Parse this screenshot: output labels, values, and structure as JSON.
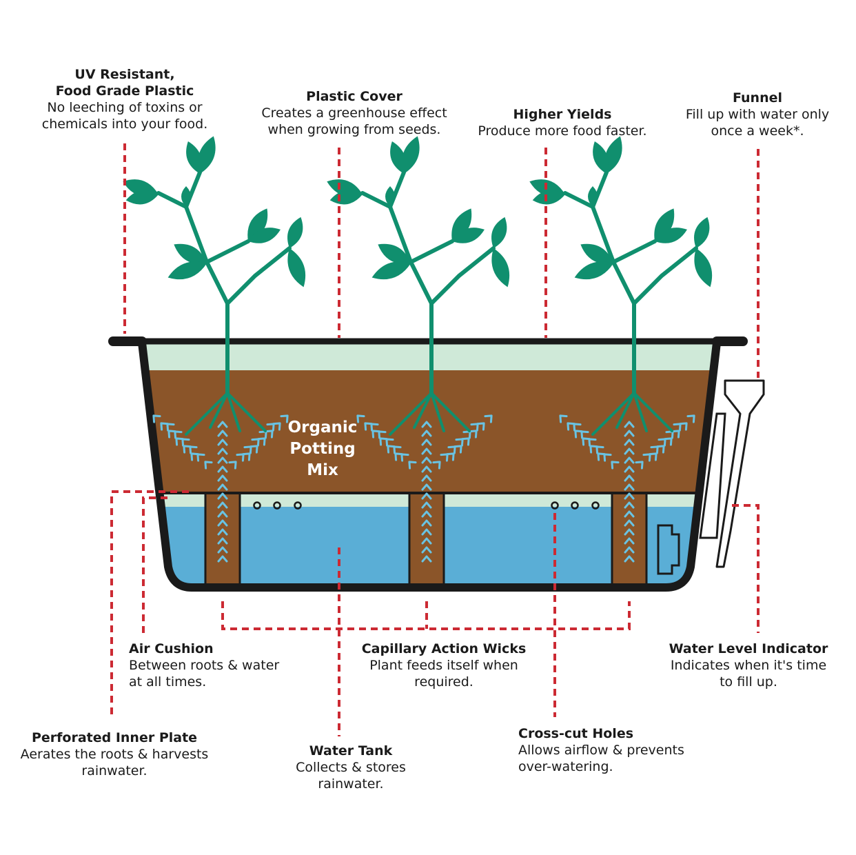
{
  "colors": {
    "leaf": "#108f6e",
    "stem": "#108f6e",
    "soil": "#8b5529",
    "water": "#5aaed6",
    "air": "#cfe9d8",
    "outline": "#1a1a1a",
    "dash": "#cc2a33",
    "arrow": "#69c3e3"
  },
  "potting_mix": {
    "line1": "Organic",
    "line2": "Potting",
    "line3": "Mix"
  },
  "labels": {
    "uv": {
      "title1": "UV Resistant,",
      "title2": "Food Grade Plastic",
      "desc1": "No leeching of toxins or",
      "desc2": "chemicals into your food."
    },
    "cover": {
      "title": "Plastic Cover",
      "desc1": "Creates a greenhouse effect",
      "desc2": "when growing from seeds."
    },
    "yields": {
      "title": "Higher Yields",
      "desc1": "Produce more food faster."
    },
    "funnel": {
      "title": "Funnel",
      "desc1": "Fill up with water only",
      "desc2": "once a week*."
    },
    "air": {
      "title": "Air Cushion",
      "desc1": "Between roots & water",
      "desc2": "at all times."
    },
    "wicks": {
      "title": "Capillary Action Wicks",
      "desc1": "Plant feeds itself when",
      "desc2": "required."
    },
    "indicator": {
      "title": "Water Level Indicator",
      "desc1": "Indicates when it's time",
      "desc2": "to fill up."
    },
    "plate": {
      "title": "Perforated Inner Plate",
      "desc1": "Aerates the roots & harvests",
      "desc2": "rainwater."
    },
    "tank": {
      "title": "Water Tank",
      "desc1": "Collects & stores",
      "desc2": "rainwater."
    },
    "holes": {
      "title": "Cross-cut Holes",
      "desc1": "Allows airflow & prevents",
      "desc2": "over-watering."
    }
  }
}
